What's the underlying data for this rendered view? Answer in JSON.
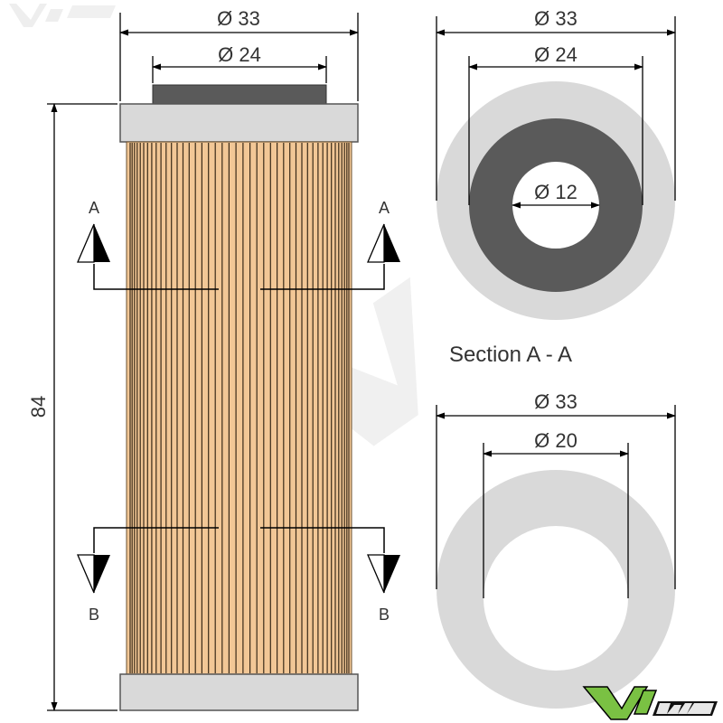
{
  "dimensions": {
    "top_outer": "Ø 33",
    "top_inner": "Ø 24",
    "height": "84",
    "section_outer": "Ø 33",
    "section_mid": "Ø 24",
    "section_hole": "Ø 12",
    "bottom_outer": "Ø 33",
    "bottom_inner": "Ø 20"
  },
  "section_markers": {
    "a_left": "A",
    "a_right": "A",
    "b_left": "B",
    "b_right": "B"
  },
  "section_title": "Section A - A",
  "colors": {
    "pleat_fill": "#f2c796",
    "pleat_line": "#3a2a18",
    "cap_fill": "#d9d9d9",
    "seal_dark": "#5a5a5a"
  },
  "logo": "V1 MX"
}
